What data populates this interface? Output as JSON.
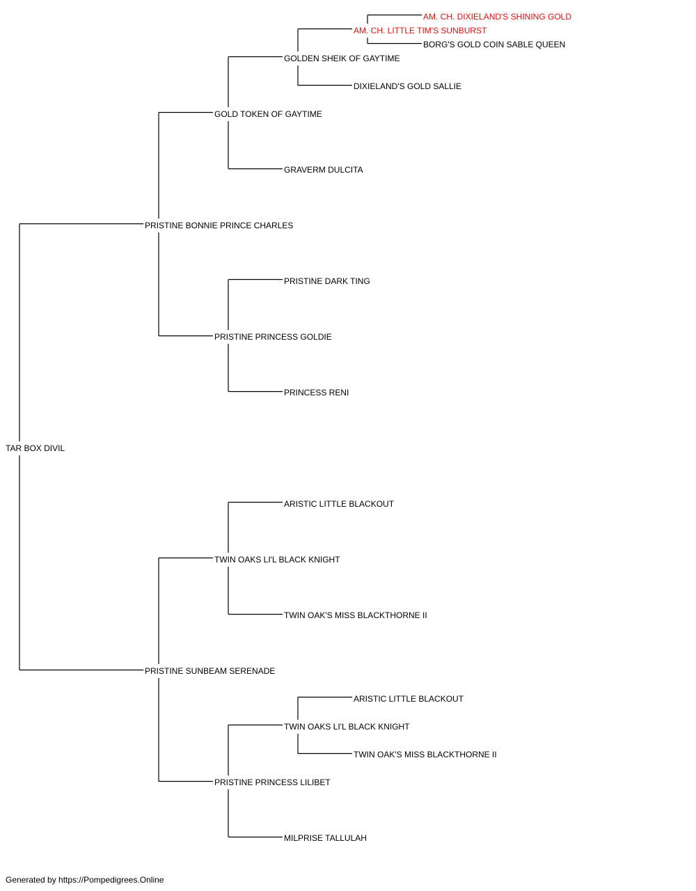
{
  "colors": {
    "line": "#000000",
    "text": "#000000",
    "highlight": "#e01010"
  },
  "pedigree": [
    {
      "id": "n0",
      "parent": null,
      "gen": 0,
      "name": "TAR BOX DIVIL",
      "highlight": false
    },
    {
      "id": "n1",
      "parent": "n0",
      "gen": 1,
      "name": "PRISTINE BONNIE PRINCE CHARLES",
      "highlight": false
    },
    {
      "id": "n2",
      "parent": "n1",
      "gen": 2,
      "name": "GOLD TOKEN OF GAYTIME",
      "highlight": false
    },
    {
      "id": "n3",
      "parent": "n2",
      "gen": 3,
      "name": "GOLDEN SHEIK OF GAYTIME",
      "highlight": false
    },
    {
      "id": "n4",
      "parent": "n3",
      "gen": 4,
      "name": "AM. CH. LITTLE TIM'S SUNBURST",
      "highlight": true
    },
    {
      "id": "n5",
      "parent": "n4",
      "gen": 5,
      "name": "AM. CH. DIXIELAND'S SHINING GOLD",
      "highlight": true
    },
    {
      "id": "n6",
      "parent": "n4",
      "gen": 5,
      "name": "BORG'S GOLD COIN SABLE QUEEN",
      "highlight": false
    },
    {
      "id": "n7",
      "parent": "n3",
      "gen": 4,
      "name": "DIXIELAND'S GOLD SALLIE",
      "highlight": false
    },
    {
      "id": "n8",
      "parent": "n2",
      "gen": 3,
      "name": "GRAVERM DULCITA",
      "highlight": false
    },
    {
      "id": "n9",
      "parent": "n1",
      "gen": 2,
      "name": "PRISTINE PRINCESS GOLDIE",
      "highlight": false
    },
    {
      "id": "n10",
      "parent": "n9",
      "gen": 3,
      "name": "PRISTINE DARK TING",
      "highlight": false
    },
    {
      "id": "n11",
      "parent": "n9",
      "gen": 3,
      "name": "PRINCESS RENI",
      "highlight": false
    },
    {
      "id": "n12",
      "parent": "n0",
      "gen": 1,
      "name": "PRISTINE SUNBEAM SERENADE",
      "highlight": false
    },
    {
      "id": "n13",
      "parent": "n12",
      "gen": 2,
      "name": "TWIN OAKS LI'L BLACK KNIGHT",
      "highlight": false
    },
    {
      "id": "n14",
      "parent": "n13",
      "gen": 3,
      "name": "ARISTIC LITTLE BLACKOUT",
      "highlight": false
    },
    {
      "id": "n15",
      "parent": "n13",
      "gen": 3,
      "name": "TWIN OAK'S MISS BLACKTHORNE II",
      "highlight": false
    },
    {
      "id": "n16",
      "parent": "n12",
      "gen": 2,
      "name": "PRISTINE PRINCESS LILIBET",
      "highlight": false
    },
    {
      "id": "n17",
      "parent": "n16",
      "gen": 3,
      "name": "TWIN OAKS LI'L BLACK KNIGHT",
      "highlight": false
    },
    {
      "id": "n18",
      "parent": "n17",
      "gen": 4,
      "name": "ARISTIC LITTLE BLACKOUT",
      "highlight": false
    },
    {
      "id": "n19",
      "parent": "n17",
      "gen": 4,
      "name": "TWIN OAK'S MISS BLACKTHORNE II",
      "highlight": false
    },
    {
      "id": "n20",
      "parent": "n16",
      "gen": 3,
      "name": "MILPRISE TALLULAH",
      "highlight": false
    }
  ],
  "footer": {
    "text": "Generated by https://Pompedigrees.Online"
  }
}
